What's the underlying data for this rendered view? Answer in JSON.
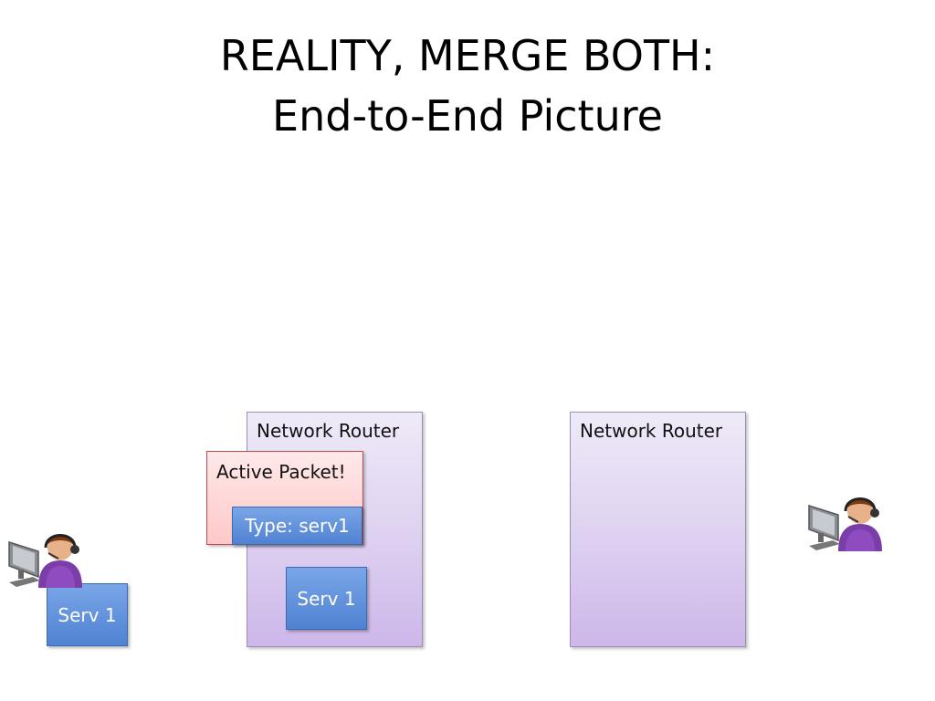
{
  "title": {
    "line1": "REALITY, MERGE BOTH:",
    "line2": "End-to-End Picture"
  },
  "routers": [
    {
      "label": "Network Router"
    },
    {
      "label": "Network Router"
    }
  ],
  "packet": {
    "label": "Active Packet!",
    "type_label": "Type: serv1"
  },
  "services": {
    "router_service": "Serv 1",
    "client_service": "Serv 1"
  },
  "icons": {
    "left_user": "user-at-computer-icon",
    "right_user": "user-at-computer-icon"
  },
  "colors": {
    "router_fill": "#ddd0f0",
    "packet_fill": "#ffc8c8",
    "service_fill": "#4f82d2"
  }
}
